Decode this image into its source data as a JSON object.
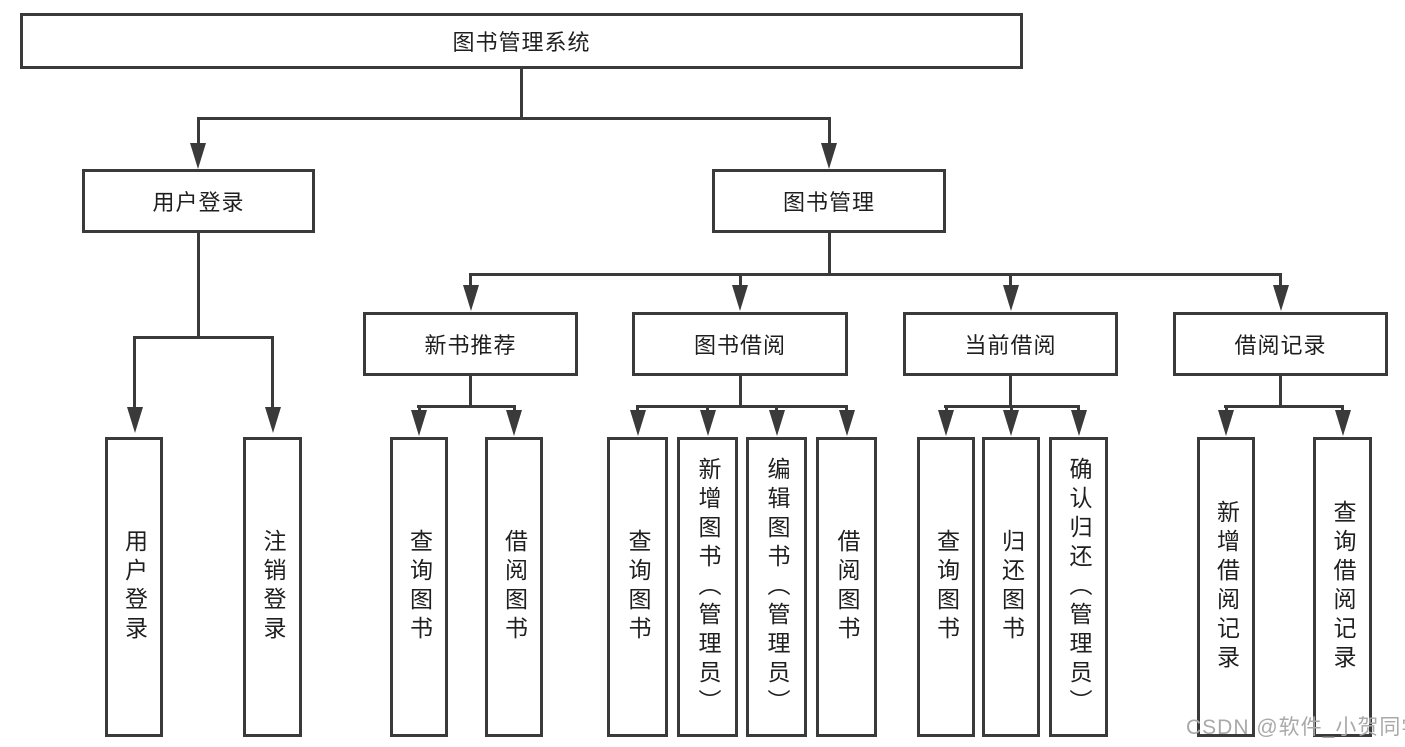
{
  "diagram": {
    "title": "图书管理系统",
    "branches": [
      {
        "label": "用户登录",
        "children": [
          {
            "label": "用户登录"
          },
          {
            "label": "注销登录"
          }
        ]
      },
      {
        "label": "图书管理",
        "children": [
          {
            "label": "新书推荐",
            "children": [
              {
                "label": "查询图书"
              },
              {
                "label": "借阅图书"
              }
            ]
          },
          {
            "label": "图书借阅",
            "children": [
              {
                "label": "查询图书"
              },
              {
                "label": "新增图书（管理员）"
              },
              {
                "label": "编辑图书（管理员）"
              },
              {
                "label": "借阅图书"
              }
            ]
          },
          {
            "label": "当前借阅",
            "children": [
              {
                "label": "查询图书"
              },
              {
                "label": "归还图书"
              },
              {
                "label": "确认归还（管理员）"
              }
            ]
          },
          {
            "label": "借阅记录",
            "children": [
              {
                "label": "新增借阅记录"
              },
              {
                "label": "查询借阅记录"
              }
            ]
          }
        ]
      }
    ],
    "watermark": "CSDN @软件_小贺同学",
    "colors": {
      "line": "#3a3a3a",
      "text": "#1f1f1f",
      "watermark": "#a9a9a9",
      "background": "#ffffff"
    }
  }
}
